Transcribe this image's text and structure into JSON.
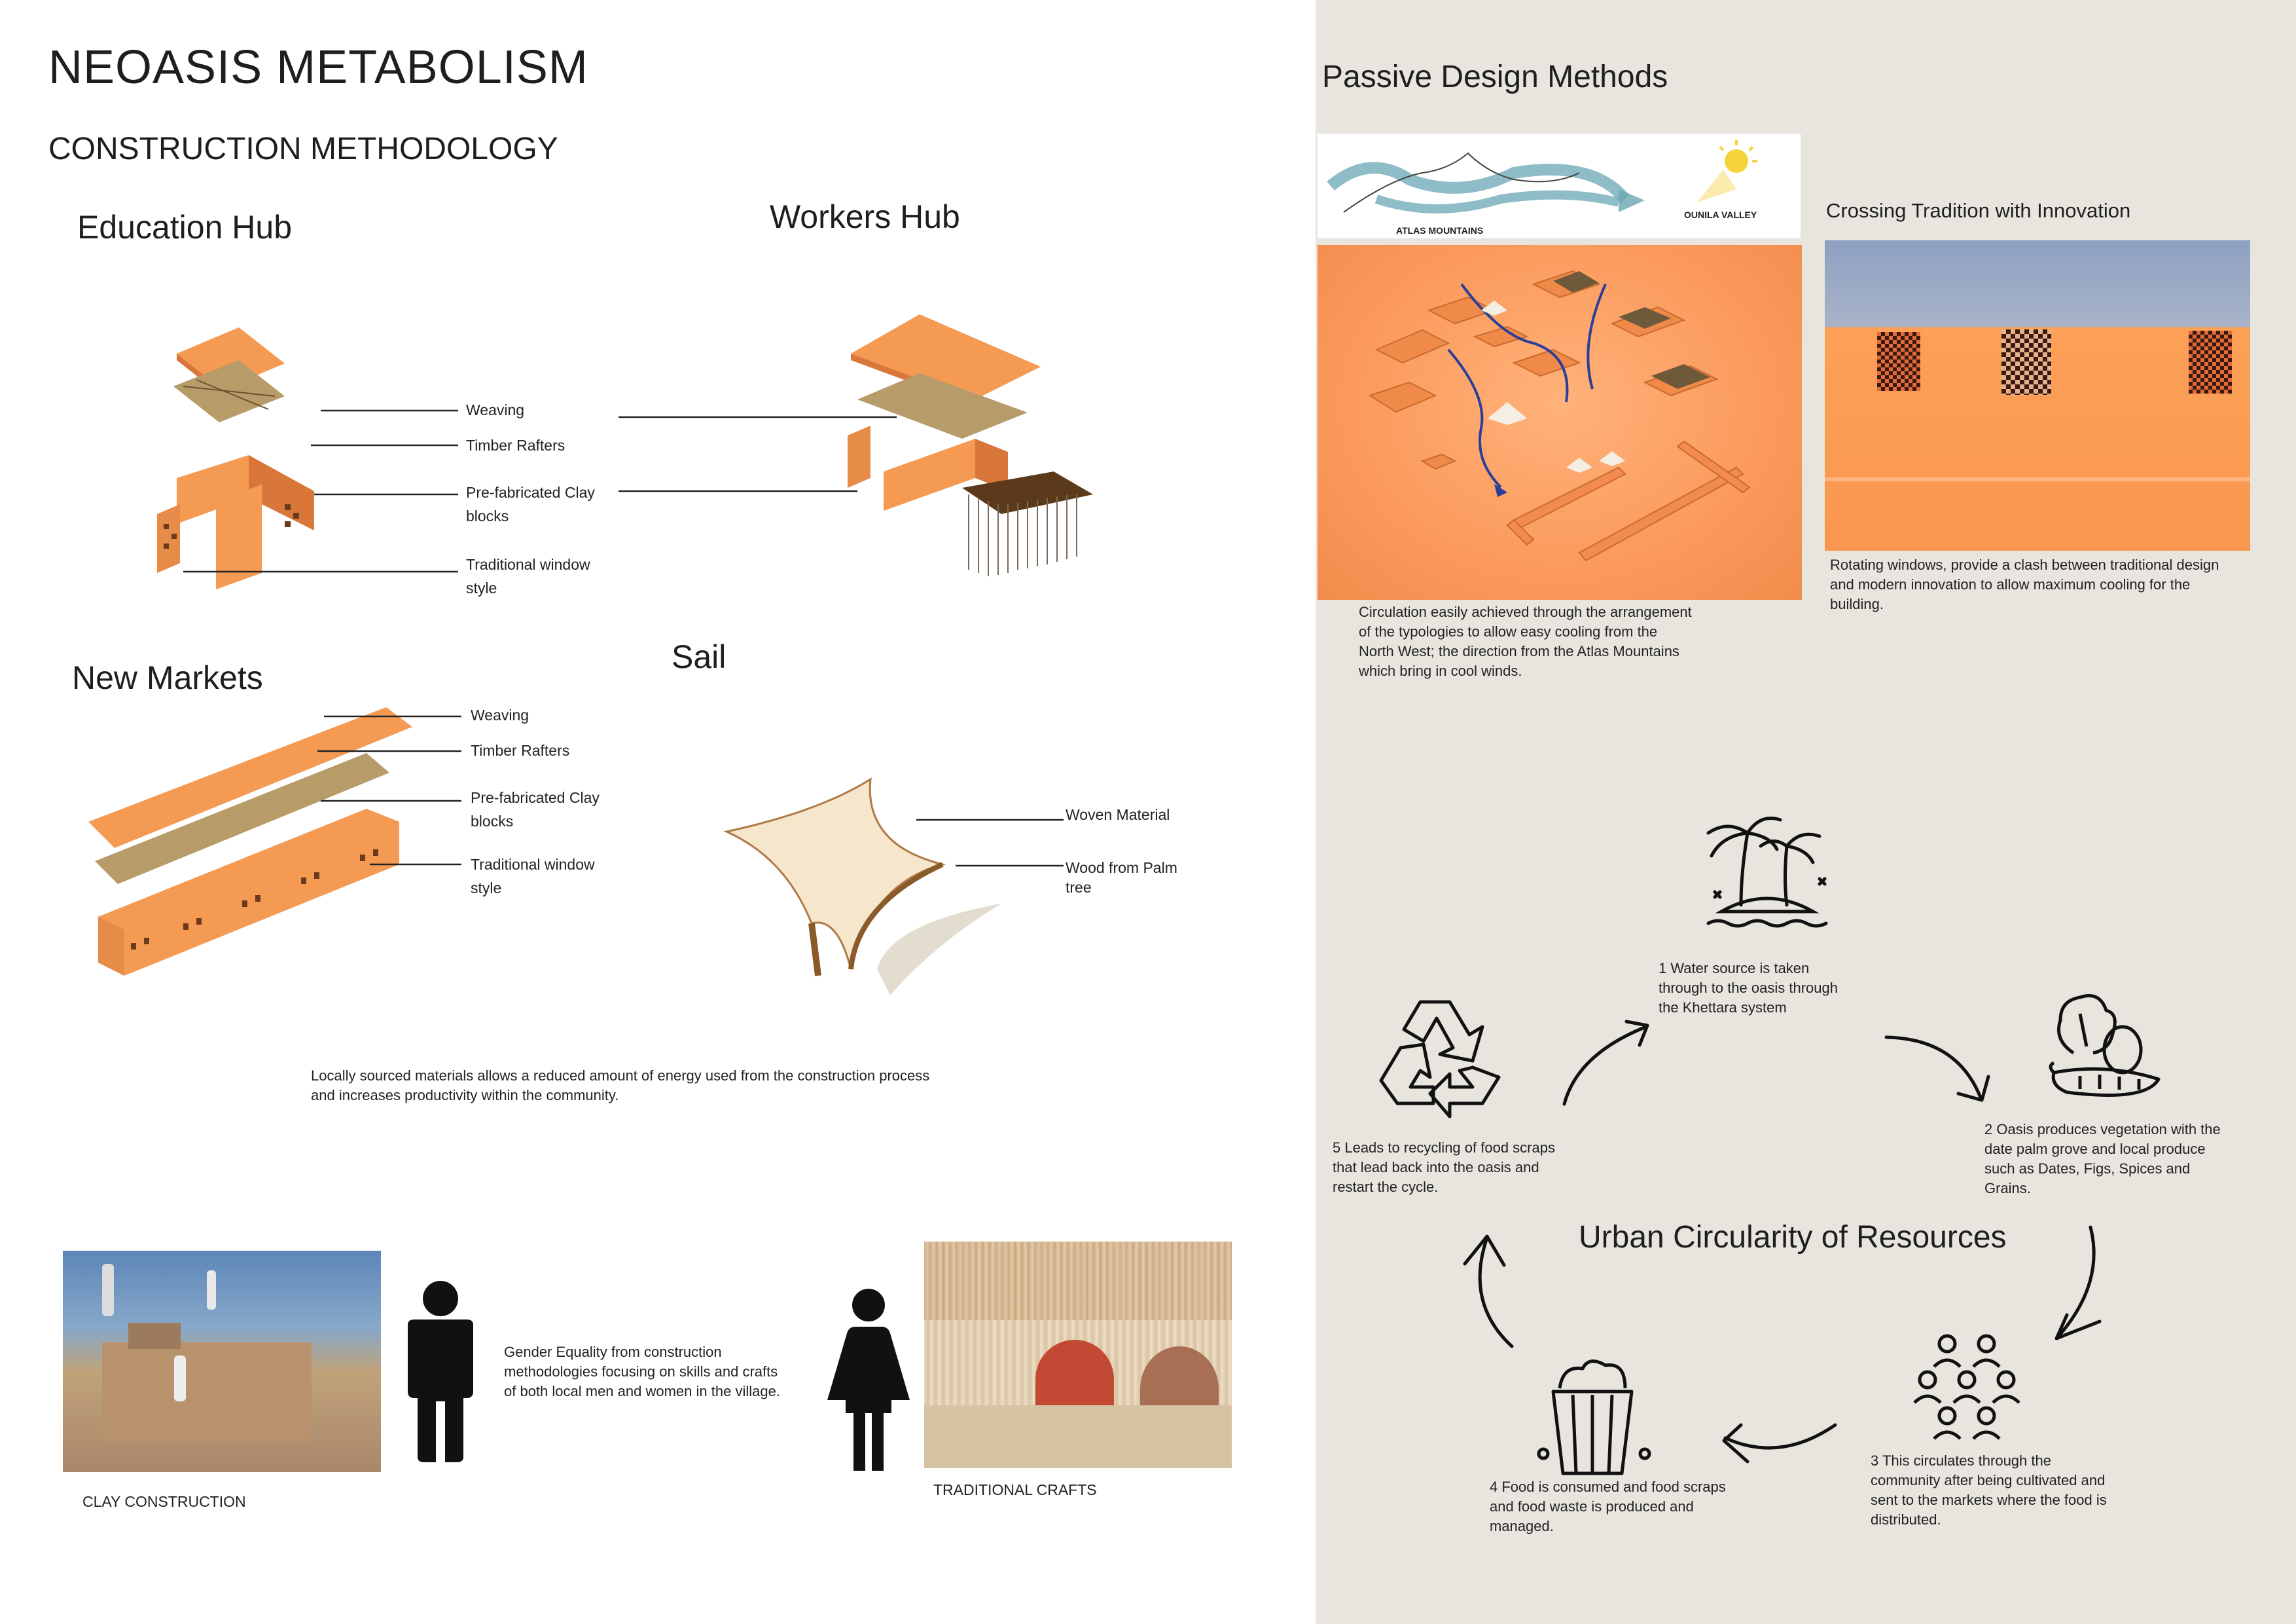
{
  "title": "NEOASIS METABOLISM",
  "subtitle": "CONSTRUCTION METHODOLOGY",
  "education_hub": {
    "title": "Education Hub",
    "labels": [
      "Weaving",
      "Timber Rafters",
      "Pre-fabricated Clay blocks",
      "Traditional window style"
    ]
  },
  "workers_hub": {
    "title": "Workers Hub"
  },
  "new_markets": {
    "title": "New Markets",
    "labels": [
      "Weaving",
      "Timber Rafters",
      "Pre-fabricated Clay blocks",
      "Traditional window style"
    ]
  },
  "sail": {
    "title": "Sail",
    "labels": [
      "Woven Material",
      "Wood from Palm tree"
    ]
  },
  "materials_note": "Locally sourced materials allows a reduced amount of energy used from the construction process and increases productivity within the community.",
  "gender": {
    "text": "Gender Equality from construction methodologies focusing on skills and crafts of both local men and women in the village.",
    "clay_caption": "CLAY CONSTRUCTION",
    "crafts_caption": "TRADITIONAL CRAFTS"
  },
  "passive": {
    "title": "Passive Design Methods",
    "map_labels": {
      "mountains": "ATLAS MOUNTAINS",
      "valley": "OUNILA VALLEY"
    },
    "circulation_text": "Circulation easily achieved through the arrangement of the typologies to allow easy cooling from the North West; the direction from the Atlas Mountains which bring in cool winds.",
    "crossing_title": "Crossing Tradition with Innovation",
    "crossing_text": "Rotating windows, provide a clash between traditional design and modern innovation to allow maximum cooling for the building."
  },
  "circularity": {
    "title": "Urban Circularity of Resources",
    "steps": [
      "1 Water source is taken through to the oasis through the Khettara system",
      "2 Oasis produces vegetation with the date palm grove and local produce such as Dates, Figs, Spices and Grains.",
      "3 This circulates through the community after being cultivated and sent to the markets where the food is distributed.",
      "4 Food is consumed and food scraps and food waste is produced and managed.",
      "5 Leads to recycling of food scraps that lead back into the oasis and restart the cycle."
    ]
  },
  "colors": {
    "orange": "#f59a53",
    "dark_orange": "#d9773a",
    "panel": "#e8e5df",
    "weave": "#b79c6a"
  }
}
